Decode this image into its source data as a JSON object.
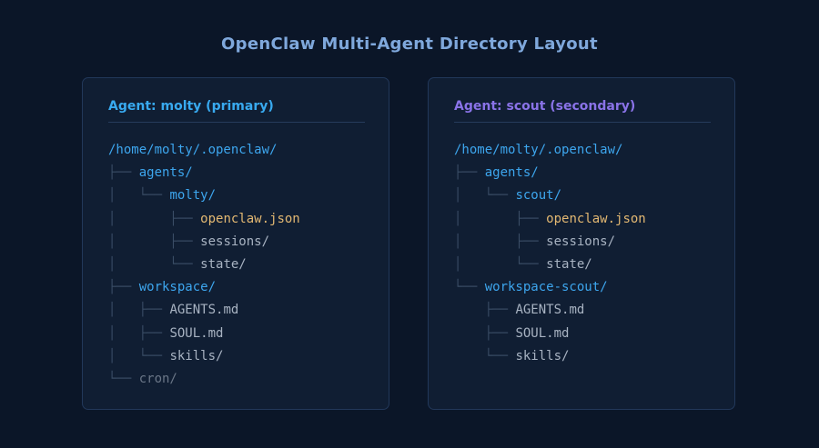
{
  "title": "OpenClaw Multi-Agent Directory Layout",
  "colors": {
    "background": "#0b1628",
    "panel": "#101e33",
    "title": "#7fa8dc",
    "primary_accent": "#38aaf0",
    "secondary_accent": "#8a73e8",
    "directory": "#3da6ee",
    "config_file": "#e3b872",
    "file": "#a8b3c2",
    "muted": "#6a7687"
  },
  "panels": [
    {
      "heading": "Agent: molty (primary)",
      "rows": [
        {
          "guide": "",
          "name": "/home/molty/.openclaw/",
          "kind": "root"
        },
        {
          "guide": "├── ",
          "name": "agents/",
          "kind": "dir"
        },
        {
          "guide": "│   └── ",
          "name": "molty/",
          "kind": "dir"
        },
        {
          "guide": "│       ├── ",
          "name": "openclaw.json",
          "kind": "cfg"
        },
        {
          "guide": "│       ├── ",
          "name": "sessions/",
          "kind": "file"
        },
        {
          "guide": "│       └── ",
          "name": "state/",
          "kind": "file"
        },
        {
          "guide": "├── ",
          "name": "workspace/",
          "kind": "dir"
        },
        {
          "guide": "│   ├── ",
          "name": "AGENTS.md",
          "kind": "file"
        },
        {
          "guide": "│   ├── ",
          "name": "SOUL.md",
          "kind": "file"
        },
        {
          "guide": "│   └── ",
          "name": "skills/",
          "kind": "file"
        },
        {
          "guide": "└── ",
          "name": "cron/",
          "kind": "muted"
        }
      ]
    },
    {
      "heading": "Agent: scout (secondary)",
      "rows": [
        {
          "guide": "",
          "name": "/home/molty/.openclaw/",
          "kind": "root"
        },
        {
          "guide": "├── ",
          "name": "agents/",
          "kind": "dir"
        },
        {
          "guide": "│   └── ",
          "name": "scout/",
          "kind": "dir"
        },
        {
          "guide": "│       ├── ",
          "name": "openclaw.json",
          "kind": "cfg"
        },
        {
          "guide": "│       ├── ",
          "name": "sessions/",
          "kind": "file"
        },
        {
          "guide": "│       └── ",
          "name": "state/",
          "kind": "file"
        },
        {
          "guide": "└── ",
          "name": "workspace-scout/",
          "kind": "dir"
        },
        {
          "guide": "    ├── ",
          "name": "AGENTS.md",
          "kind": "file"
        },
        {
          "guide": "    ├── ",
          "name": "SOUL.md",
          "kind": "file"
        },
        {
          "guide": "    └── ",
          "name": "skills/",
          "kind": "file"
        }
      ]
    }
  ]
}
